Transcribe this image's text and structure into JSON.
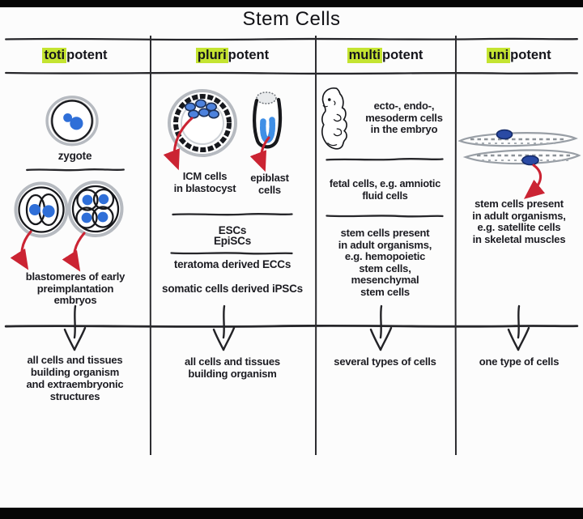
{
  "title": "Stem Cells",
  "columns": [
    {
      "header_highlight": "toti",
      "header_rest": "potent",
      "labels": {
        "zygote": "zygote",
        "source": "blastomeres of early\npreimplantation\nembryos"
      },
      "outcome": "all cells and tissues\nbuilding organism\nand extraembryonic\nstructures"
    },
    {
      "header_highlight": "pluri",
      "header_rest": "potent",
      "labels": {
        "icm": "ICM cells\nin blastocyst",
        "epiblast": "epiblast\ncells",
        "stem_cell_types": "ESCs\nEpiSCs",
        "teratoma": "teratoma derived ECCs",
        "somatic": "somatic cells derived iPSCs"
      },
      "outcome": "all cells and tissues\nbuilding organism"
    },
    {
      "header_highlight": "multi",
      "header_rest": "potent",
      "labels": {
        "embryo": "ecto-, endo-,\nmesoderm cells\nin the embryo",
        "fetal": "fetal cells, e.g. amniotic\nfluid cells",
        "adult": "stem cells present\nin adult organisms,\ne.g. hemopoietic\nstem cells,\nmesenchymal\nstem cells"
      },
      "outcome": "several types of cells"
    },
    {
      "header_highlight": "uni",
      "header_rest": "potent",
      "labels": {
        "satellite": "stem cells present\nin adult organisms,\ne.g. satellite cells\nin skeletal muscles"
      },
      "outcome": "one type of cells"
    }
  ],
  "colors": {
    "highlight": "#c4e431",
    "cell_blue": "#2f6fd8",
    "icm_blue": "#4d82dd",
    "epiblast_blue": "#3f8fe6",
    "nucleus_navy": "#2a4aa4",
    "arrow_red": "#cb2433",
    "line_black": "#232327",
    "frame_black": "#060606"
  },
  "drawings": {
    "totipotent": [
      "zygote-drawing",
      "two-cell-embryo-drawing",
      "four-cell-embryo-drawing",
      "red-curved-arrow-icon",
      "down-arrow-icon"
    ],
    "pluripotent": [
      "blastocyst-drawing",
      "egg-cylinder-drawing",
      "red-curved-arrow-icon",
      "down-arrow-icon"
    ],
    "multipotent": [
      "fetus-drawing",
      "down-arrow-icon"
    ],
    "unipotent": [
      "muscle-fibers-drawing",
      "red-curved-arrow-icon",
      "down-arrow-icon"
    ]
  }
}
